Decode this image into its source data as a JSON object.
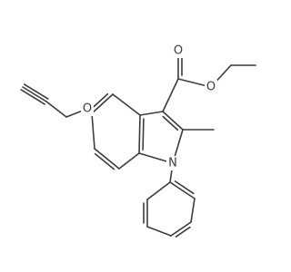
{
  "structure": {
    "atom_labels": {
      "ester_carbonyl_oxygen": "O",
      "ester_ether_oxygen": "O",
      "aryl_ether_oxygen": "O",
      "indole_nitrogen": "N"
    },
    "colors": {
      "bond": "#3c3c3c",
      "label": "#3c3c3c",
      "background": "#ffffff"
    }
  }
}
